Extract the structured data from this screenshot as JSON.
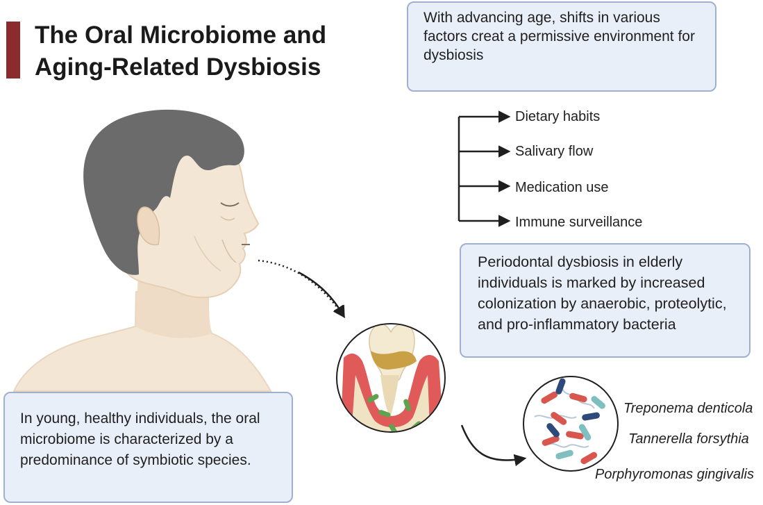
{
  "title": {
    "line1": "The Oral Microbiome and",
    "line2": "Aging-Related Dysbiosis"
  },
  "boxes": {
    "aging": "With advancing age, shifts in various factors creat a permissive environment for dysbiosis",
    "periodontal": "Periodontal dysbiosis in elderly individuals is marked by increased colonization by anaerobic, proteolytic, and pro-inflammatory bacteria",
    "young": "In young, healthy individuals, the oral microbiome is characterized by a predominance of symbiotic species."
  },
  "factors": [
    "Dietary habits",
    "Salivary flow",
    "Medication use",
    "Immune surveillance"
  ],
  "bacteria": [
    "Treponema denticola",
    "Tannerella forsythia",
    "Porphyromonas gingivalis"
  ],
  "colors": {
    "title_accent": "#8b2b2e",
    "box_border": "#9fb0cf",
    "box_fill": "#e9eff8",
    "hair": "#6b6b6b",
    "skin": "#f3e6d5",
    "gum": "#e05a5a",
    "bacteria_green": "#5fa34e",
    "bacteria_red": "#d9564f",
    "bacteria_navy": "#2e4a7a",
    "bacteria_teal": "#7fbfc0"
  }
}
